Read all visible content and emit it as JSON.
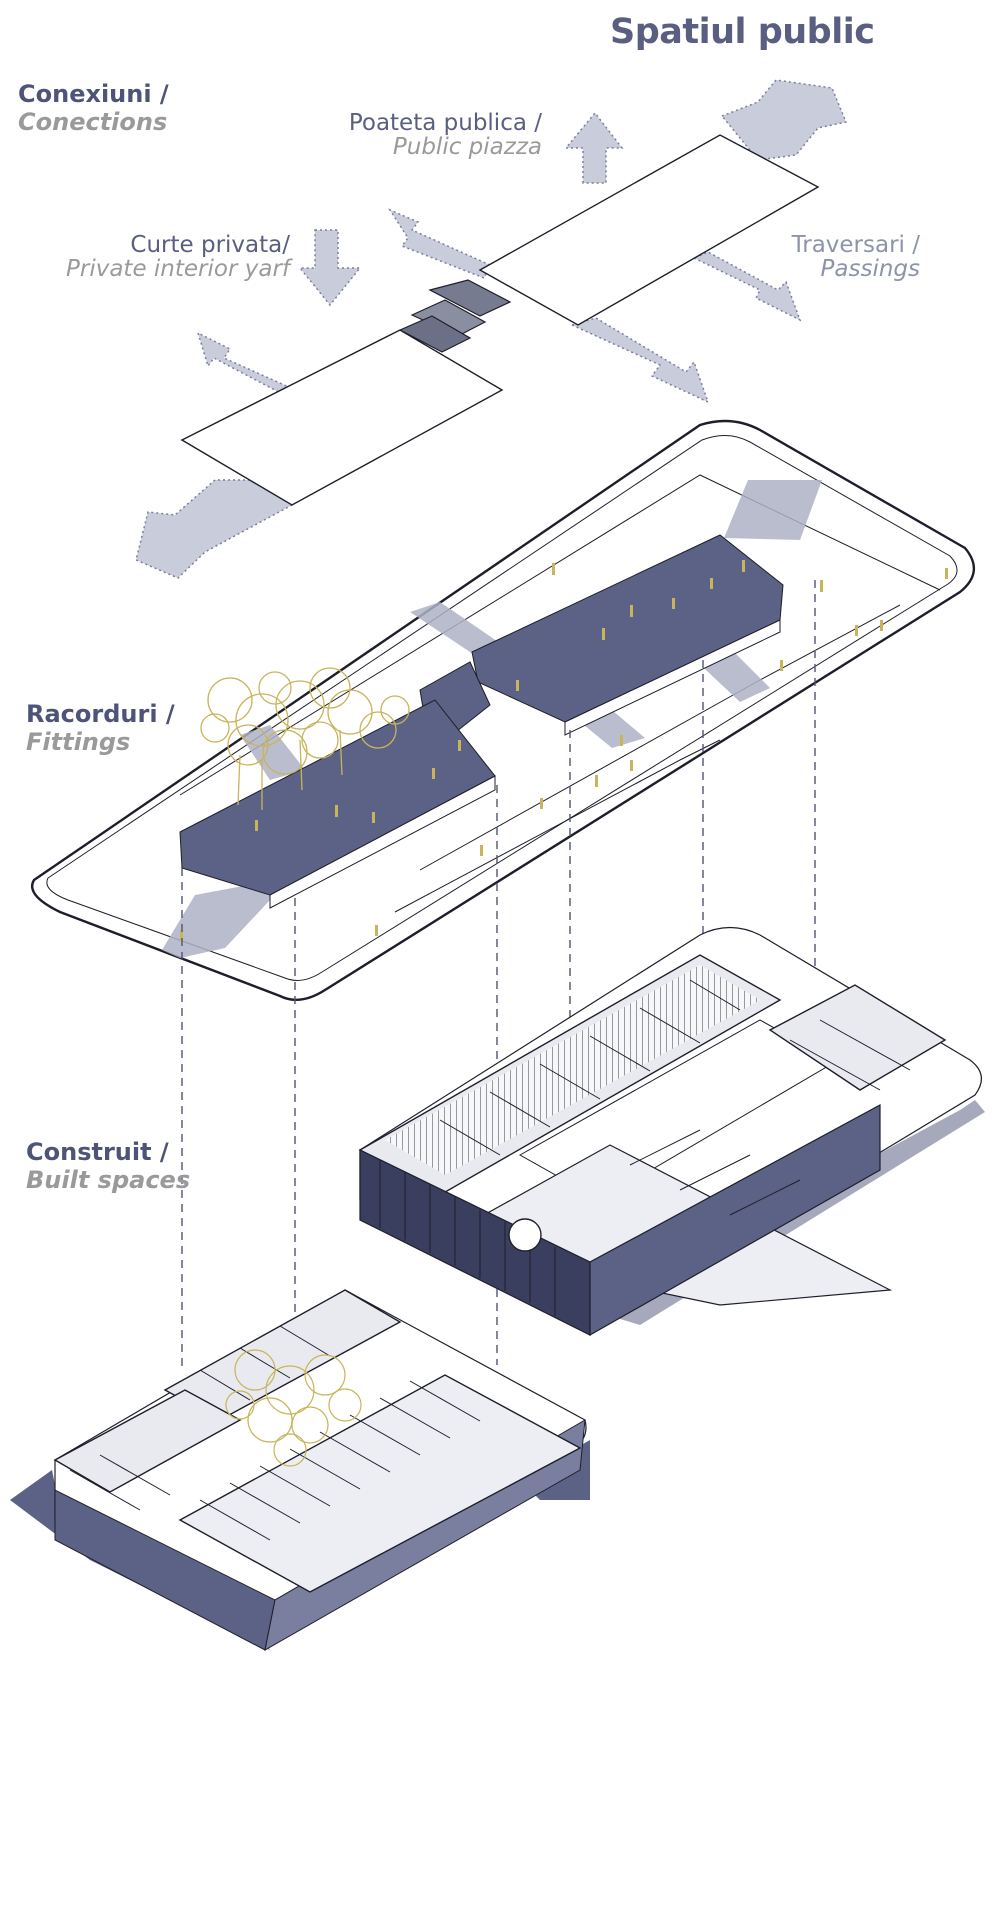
{
  "title": "Spatiul public",
  "sections": {
    "connections": {
      "label": "Conexiuni /",
      "sublabel": "Conections"
    },
    "fittings": {
      "label": "Racorduri /",
      "sublabel": "Fittings"
    },
    "built": {
      "label": "Construit /",
      "sublabel": "Built spaces"
    }
  },
  "annotations": {
    "piazza": {
      "label": "Poateta publica /",
      "sublabel": "Public piazza"
    },
    "yard": {
      "label": "Curte privata/",
      "sublabel": "Private interior yarf"
    },
    "passings": {
      "label": "Traversari /",
      "sublabel": "Passings"
    }
  },
  "colors": {
    "accent": "#5a5f82",
    "deck": "#5c6285",
    "arrow": "#c9ccda",
    "vegetation": "#c8b45a",
    "line": "#1e1e2a"
  }
}
